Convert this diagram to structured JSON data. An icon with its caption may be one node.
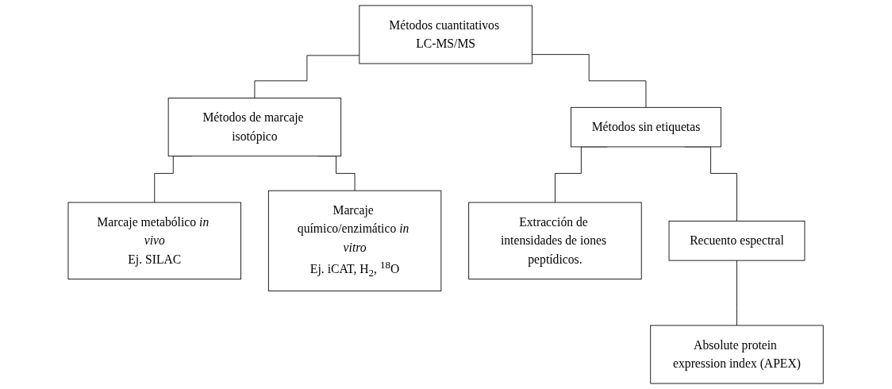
{
  "diagram": {
    "nodes": [
      {
        "text": [
          "Métodos cuantitativos LC-MS/MS"
        ]
      },
      {
        "text": [
          "Métodos de marcaje isotópico"
        ]
      },
      {
        "text": [
          "Métodos sin etiquetas"
        ]
      },
      {
        "text": [
          "Marcaje metabólico *in vivo*",
          "Ej. SILAC"
        ]
      },
      {
        "text": [
          "Marcaje químico/enzimático *in vitro*",
          "Ej. iCAT, H$_{2}$, $^{18}$O"
        ]
      },
      {
        "text": [
          "Extracción de intensidades de iones peptídicos."
        ]
      },
      {
        "text": [
          "Recuento espectral"
        ]
      },
      {
        "text": [
          "Absolute protein expression index (APEX)"
        ]
      }
    ],
    "edges": [
      {
        "from": 0,
        "to": 1,
        "arrow": "none"
      },
      {
        "from": 0,
        "to": 2,
        "arrow": "none"
      },
      {
        "from": 1,
        "to": 3,
        "arrow": "none"
      },
      {
        "from": 1,
        "to": 4,
        "arrow": "none"
      },
      {
        "from": 2,
        "to": 5,
        "arrow": "none"
      },
      {
        "from": 2,
        "to": 6,
        "arrow": "none"
      },
      {
        "from": 6,
        "to": 7,
        "arrow": "none"
      }
    ]
  }
}
